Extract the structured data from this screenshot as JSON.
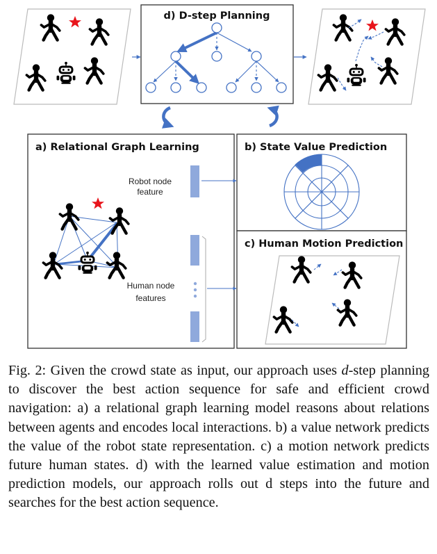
{
  "panels": {
    "d": {
      "title": "d) D-step Planning"
    },
    "a": {
      "title": "a) Relational Graph Learning",
      "robot_label_1": "Robot node",
      "robot_label_2": "feature",
      "human_label_1": "Human node",
      "human_label_2": "features"
    },
    "b": {
      "title": "b) State Value Prediction"
    },
    "c": {
      "title": "c) Human Motion Prediction"
    }
  },
  "colors": {
    "accent_blue": "#4472C4",
    "light_blue": "#8FA9DC",
    "star_red": "#E8141B",
    "border": "#333333"
  },
  "caption": {
    "fig_label": "Fig. 2:",
    "part1": " Given the crowd state as input, our approach uses ",
    "italic_d": "d",
    "part2": "-step planning to discover the best action sequence for safe and efficient crowd navigation: a) a relational graph learning model reasons about relations between agents and encodes local interactions. b) a value network predicts the value of the robot state representation. c) a motion network predicts future human states. d) with the learned value estimation and motion prediction models, our approach rolls out d steps into the future and searches for the best action sequence."
  }
}
